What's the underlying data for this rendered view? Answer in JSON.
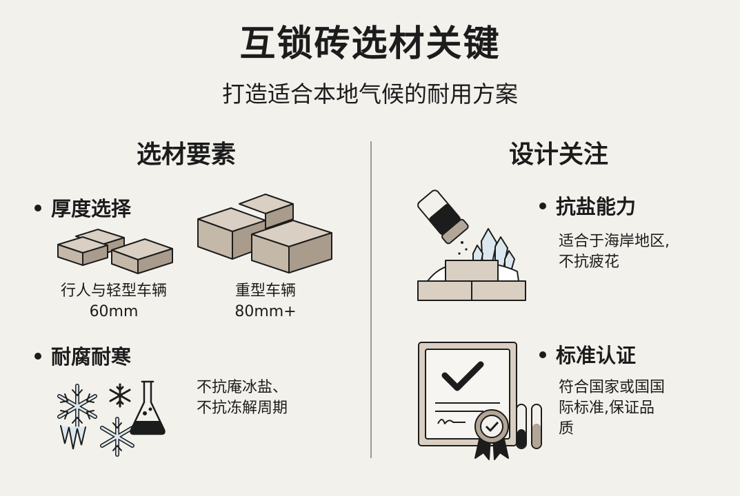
{
  "header": {
    "title": "互锁砖选材关键",
    "subtitle": "打造适合本地气候的耐用方案"
  },
  "left": {
    "title": "选材要素",
    "thickness": {
      "heading": "厚度选择",
      "light": {
        "line1": "行人与轻型车辆",
        "line2": "60mm"
      },
      "heavy": {
        "line1": "重型车辆",
        "line2": "80mm+"
      }
    },
    "durability": {
      "heading": "耐腐耐寒",
      "line1": "不抗庵冰盐、",
      "line2": "不抗冻解周期"
    }
  },
  "right": {
    "title": "设计关注",
    "salt": {
      "heading": "抗盐能力",
      "line1": "适合于海岸地区,",
      "line2": "不抗疲花"
    },
    "cert": {
      "heading": "标准认证",
      "line1": "符合国家或国国",
      "line2": "际标准,保证品",
      "line3": "质"
    }
  },
  "colors": {
    "background": "#f3f1ec",
    "paver_top": "#d9cfc2",
    "paver_side": "#b3a696",
    "ice": "#dce8ef",
    "ink": "#1c1c1c"
  }
}
